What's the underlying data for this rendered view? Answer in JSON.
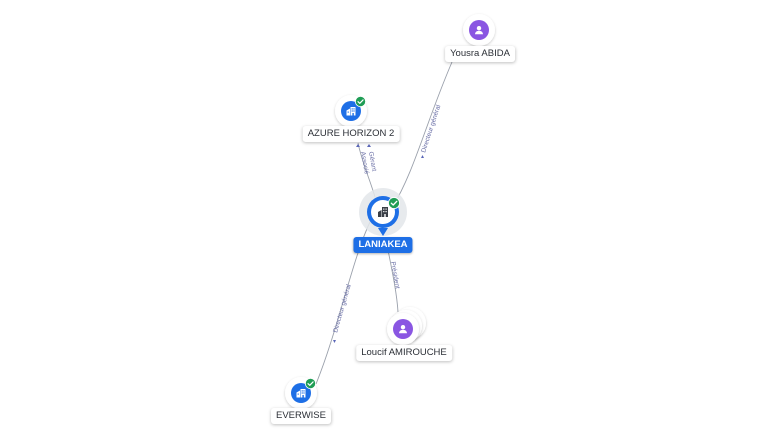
{
  "nodes": {
    "laniakea": {
      "label": "LANIAKEA",
      "type": "company",
      "verified": true
    },
    "azure": {
      "label": "AZURE HORIZON 2",
      "type": "company",
      "verified": true
    },
    "everwise": {
      "label": "EVERWISE",
      "type": "company",
      "verified": true
    },
    "yousra": {
      "label": "Yousra ABIDA",
      "type": "person"
    },
    "loucif": {
      "label": "Loucif AMIROUCHE",
      "type": "person"
    }
  },
  "edges": {
    "azure_role1": "Gérant",
    "azure_role2": "Associé",
    "yousra_role": "Directeur général",
    "loucif_role": "Président",
    "everwise_role": "Directeur général"
  },
  "icons": {
    "company": "building-icon",
    "person": "person-icon",
    "verified": "check-badge-icon"
  },
  "colors": {
    "company_blue": "#1e6fe6",
    "person_purple": "#8a56e2",
    "verified_green": "#1f9d55",
    "edge_gray": "#9aa0ab",
    "edge_label": "#6a6fa6"
  }
}
